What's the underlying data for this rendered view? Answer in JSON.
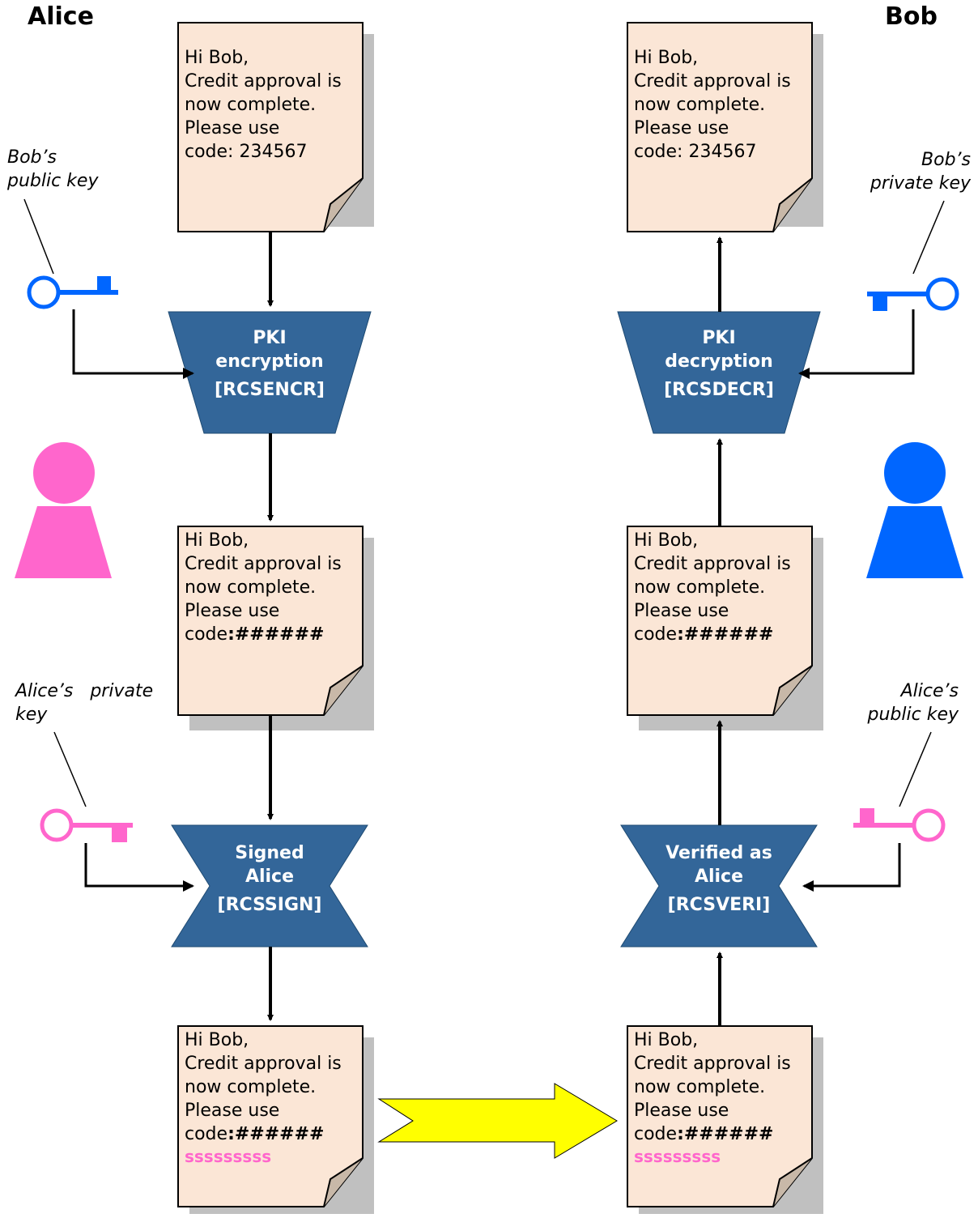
{
  "parties": {
    "left": "Alice",
    "right": "Bob"
  },
  "plaintext": {
    "line1": "Hi Bob,",
    "line2": "Credit approval is",
    "line3": "now complete.",
    "line4": "Please use",
    "line5": "code: 234567"
  },
  "ciphertext": {
    "line1": "Hi Bob,",
    "line2": "Credit approval is",
    "line3": "now complete.",
    "line4": "Please use",
    "line5_prefix": "code",
    "line5_hidden": ":######"
  },
  "signature_text": "sssssssss",
  "keys": {
    "bob_public_l1": "Bob’s",
    "bob_public_l2": "public key",
    "bob_private_l1": "Bob’s",
    "bob_private_l2": "private key",
    "alice_private_l1": "Alice’s   private",
    "alice_private_l2": "key",
    "alice_public_l1": "Alice’s",
    "alice_public_l2": "public key"
  },
  "processes": {
    "encrypt": {
      "l1": "PKI",
      "l2": "encryption",
      "code": "[RCSENCR]"
    },
    "decrypt": {
      "l1": "PKI",
      "l2": "decryption",
      "code": "[RCSDECR]"
    },
    "sign": {
      "l1": "Signed",
      "l2": "Alice",
      "code": "[RCSSIGN]"
    },
    "verify": {
      "l1": "Verified as",
      "l2": "Alice",
      "code": "[RCSVERI]"
    }
  },
  "colors": {
    "document_fill": "#fbe6d6",
    "document_shadow": "#c0c0c0",
    "process_fill": "#336699",
    "alice": "#ff66cc",
    "bob": "#0066ff",
    "transfer_arrow": "#ffff00"
  }
}
